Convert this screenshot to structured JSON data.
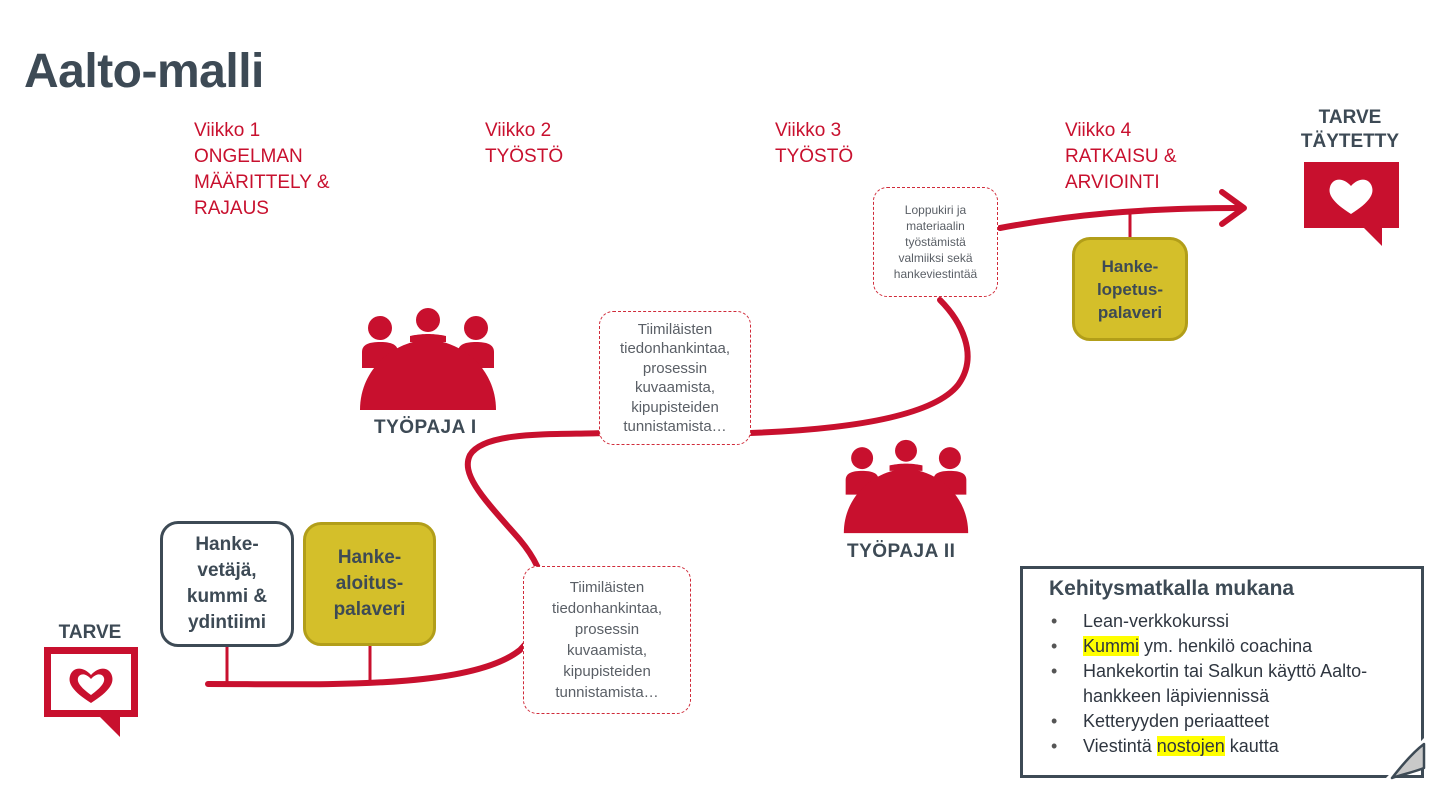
{
  "title": "Aalto-malli",
  "weeks": [
    {
      "lines": [
        "Viikko 1",
        "ONGELMAN",
        "MÄÄRITTELY &",
        "RAJAUS"
      ]
    },
    {
      "lines": [
        "Viikko 2",
        "TYÖSTÖ"
      ]
    },
    {
      "lines": [
        "Viikko 3",
        "TYÖSTÖ"
      ]
    },
    {
      "lines": [
        "Viikko 4",
        "RATKAISU &",
        "ARVIOINTI"
      ]
    }
  ],
  "start": {
    "label": "TARVE",
    "icon": "heart-speech-bubble-icon"
  },
  "end": {
    "label_lines": [
      "TARVE",
      "TÄYTETTY"
    ],
    "icon": "heart-speech-bubble-icon"
  },
  "roles": [
    {
      "lines": [
        "Hanke-",
        "vetäjä,",
        "kummi &",
        "ydintiimi"
      ]
    },
    {
      "lines": [
        "Hanke-",
        "aloitus-",
        "palaveri"
      ]
    },
    {
      "lines": [
        "Hanke-",
        "lopetus-",
        "palaveri"
      ]
    }
  ],
  "workshops": [
    {
      "label": "TYÖPAJA I",
      "icon": "meeting-group-icon"
    },
    {
      "label": "TYÖPAJA II",
      "icon": "meeting-group-icon"
    }
  ],
  "notes": [
    {
      "lines": [
        "Tiimiläisten",
        "tiedonhankintaa,",
        "prosessin",
        "kuvaamista,",
        "kipupisteiden",
        "tunnistamista…"
      ]
    },
    {
      "lines": [
        "Tiimiläisten",
        "tiedonhankintaa,",
        "prosessin",
        "kuvaamista,",
        "kipupisteiden",
        "tunnistamista…"
      ]
    },
    {
      "lines": [
        "Loppukiri ja",
        "materiaalin",
        "työstämistä",
        "valmiiksi sekä",
        "hankeviestintää"
      ]
    }
  ],
  "callout": {
    "title": "Kehitysmatkalla mukana",
    "items": [
      {
        "before": "",
        "highlight": "",
        "after": "Lean-verkkokurssi"
      },
      {
        "before": "",
        "highlight": "Kummi",
        "after": " ym. henkilö coachina"
      },
      {
        "before": "",
        "highlight": "",
        "after": "Hankekortin tai Salkun käyttö Aalto-hankkeen läpiviennissä"
      },
      {
        "before": "",
        "highlight": "",
        "after": "Ketteryyden periaatteet"
      },
      {
        "before": "Viestintä ",
        "highlight": "nostojen",
        "after": " kautta"
      }
    ]
  },
  "colors": {
    "accent_red": "#c8102e",
    "dark_slate": "#3d4a55",
    "gold": "#d4bf2a",
    "highlight": "#ffff00"
  }
}
